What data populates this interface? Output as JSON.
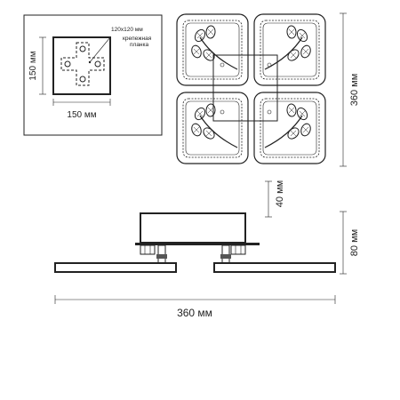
{
  "inset": {
    "mount_size": "120x120 мм",
    "bracket_label_line1": "крепежная",
    "bracket_label_line2": "планка",
    "width": "150 мм",
    "height": "150 мм"
  },
  "top_view": {
    "height": "360 мм"
  },
  "side_view": {
    "base_height": "40 мм",
    "total_height": "80 мм",
    "width": "360 мм"
  }
}
